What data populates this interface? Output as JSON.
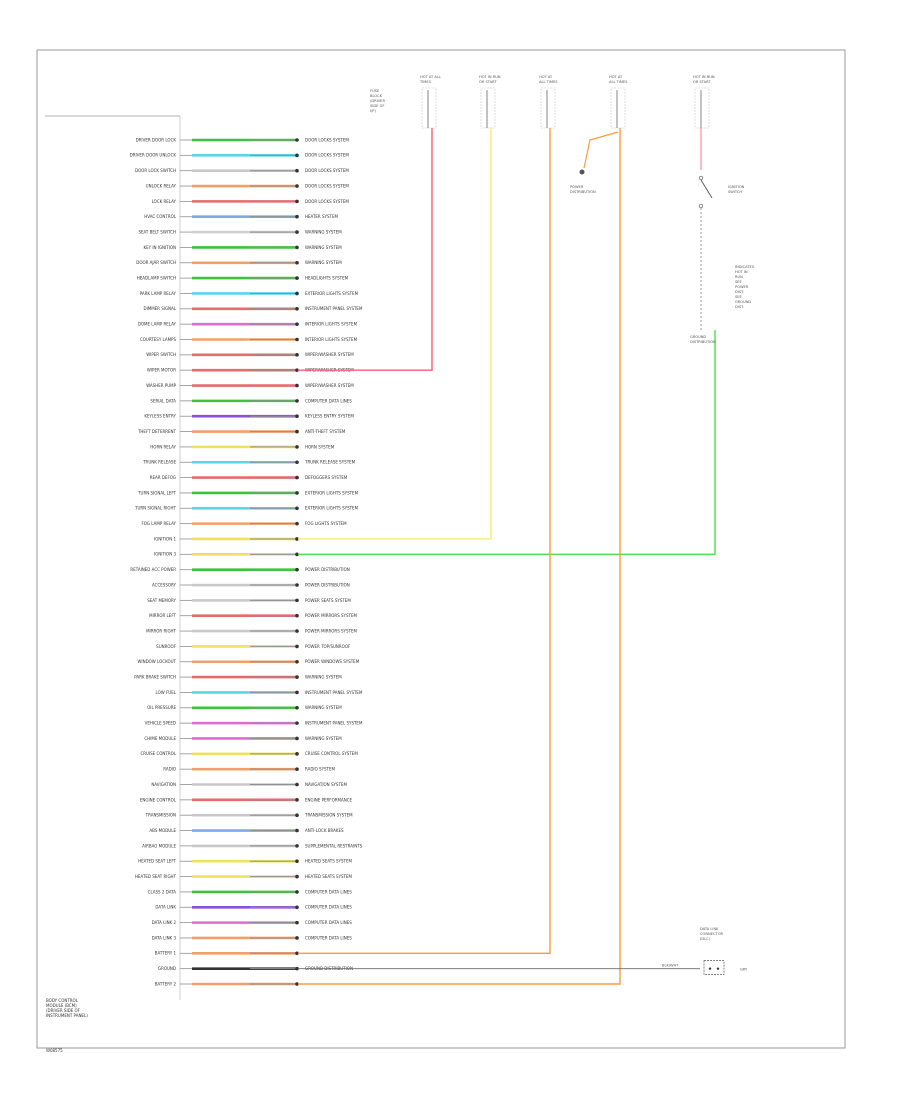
{
  "diagram": {
    "footer_code": "W08575",
    "module_label": [
      "BODY CONTROL",
      "MODULE (BCM)",
      "(DRIVER SIDE OF",
      "INSTRUMENT PANEL)"
    ],
    "fuse_blocks": [
      {
        "id": "fb1",
        "title": [
          "HOT AT ALL",
          "TIMES"
        ]
      },
      {
        "id": "fb2",
        "title": [
          "HOT IN RUN",
          "OR START"
        ]
      },
      {
        "id": "fb3",
        "title": [
          "HOT AT",
          "ALL TIMES"
        ]
      },
      {
        "id": "fb4",
        "title": [
          "HOT AT",
          "ALL TIMES"
        ]
      },
      {
        "id": "fb5",
        "title": [
          "HOT IN RUN",
          "OR START"
        ]
      }
    ],
    "fuse_notes": [
      "FUSE",
      "BLOCK",
      "(DRIVER",
      "SIDE OF",
      "I/P)"
    ],
    "power_distribution_label": [
      "POWER",
      "DISTRIBUTION"
    ],
    "switch_label": [
      "IGNITION",
      "SWITCH"
    ],
    "ground_label": [
      "GROUND",
      "DISTRIBUTION"
    ],
    "gray_wire_code": "GRY",
    "ground_wire_code": "BLK/WHT",
    "data_link_label": [
      "DATA LINK",
      "CONNECTOR",
      "(DLC)"
    ],
    "right_notes": [
      "INDICATES",
      "HOT IN",
      "RUN",
      "SEE",
      "POWER",
      "DIST.",
      "SEE",
      "GROUND",
      "DIST."
    ],
    "rows": [
      {
        "label": "DRIVER DOOR LOCK",
        "colors": [
          "#3ec23e",
          "#8f8f8f"
        ],
        "dest": "DOOR LOCKS SYSTEM"
      },
      {
        "label": "DRIVER DOOR UNLOCK",
        "colors": [
          "#5ad4e8",
          "#8f8f8f"
        ],
        "dest": "DOOR LOCKS SYSTEM"
      },
      {
        "label": "DOOR LOCK SWITCH",
        "colors": [
          "#c8c8c8",
          "#8f8f8f"
        ],
        "dest": "DOOR LOCKS SYSTEM"
      },
      {
        "label": "UNLOCK RELAY",
        "colors": [
          "#f2a06b",
          "#8f8f8f"
        ],
        "dest": "DOOR LOCKS SYSTEM"
      },
      {
        "label": "LOCK RELAY",
        "colors": [
          "#e86a6a",
          "#8f8f8f"
        ],
        "dest": "DOOR LOCKS SYSTEM"
      },
      {
        "label": "HVAC CONTROL",
        "colors": [
          "#7fa8e8",
          "#8f8f8f"
        ],
        "dest": "HEATER SYSTEM"
      },
      {
        "label": "SEAT BELT SWITCH",
        "colors": [
          "#d0d0d0",
          "#8f8f8f"
        ],
        "dest": "WARNING SYSTEM"
      },
      {
        "label": "KEY IN IGNITION",
        "colors": [
          "#3ec23e",
          "#8f8f8f"
        ],
        "dest": "WARNING SYSTEM"
      },
      {
        "label": "DOOR AJAR SWITCH",
        "colors": [
          "#f2a06b",
          "#8f8f8f"
        ],
        "dest": "WARNING SYSTEM"
      },
      {
        "label": "HEADLAMP SWITCH",
        "colors": [
          "#3ec23e",
          "#8f8f8f"
        ],
        "dest": "HEADLIGHTS SYSTEM"
      },
      {
        "label": "PARK LAMP RELAY",
        "colors": [
          "#5ad4e8",
          "#8f8f8f"
        ],
        "dest": "EXTERIOR LIGHTS SYSTEM"
      },
      {
        "label": "DIMMER SIGNAL",
        "colors": [
          "#e86a6a",
          "#8f8f8f"
        ],
        "dest": "INSTRUMENT PANEL SYSTEM"
      },
      {
        "label": "DOME LAMP RELAY",
        "colors": [
          "#e06ad8",
          "#8f8f8f"
        ],
        "dest": "INTERIOR LIGHTS SYSTEM"
      },
      {
        "label": "COURTESY LAMPS",
        "colors": [
          "#f2a06b",
          "#8f8f8f"
        ],
        "dest": "INTERIOR LIGHTS SYSTEM"
      },
      {
        "label": "WIPER SWITCH",
        "colors": [
          "#e86a6a",
          "#8f8f8f"
        ],
        "dest": "WIPER/WASHER SYSTEM"
      },
      {
        "label": "WIPER MOTOR",
        "colors": [
          "#e86a6a",
          "#8f8f8f"
        ],
        "dest": "WIPER/WASHER SYSTEM"
      },
      {
        "label": "WASHER PUMP",
        "colors": [
          "#e86a6a",
          "#8f8f8f"
        ],
        "dest": "WIPER/WASHER SYSTEM"
      },
      {
        "label": "SERIAL DATA",
        "colors": [
          "#3ec23e",
          "#8f8f8f"
        ],
        "dest": "COMPUTER DATA LINES"
      },
      {
        "label": "KEYLESS ENTRY",
        "colors": [
          "#8a4fd6",
          "#8f8f8f"
        ],
        "dest": "KEYLESS ENTRY SYSTEM"
      },
      {
        "label": "THEFT DETERRENT",
        "colors": [
          "#f2a06b",
          "#8f8f8f"
        ],
        "dest": "ANTI-THEFT SYSTEM"
      },
      {
        "label": "HORN RELAY",
        "colors": [
          "#f0e060",
          "#8f8f8f"
        ],
        "dest": "HORN SYSTEM"
      },
      {
        "label": "TRUNK RELEASE",
        "colors": [
          "#5ad4e8",
          "#8f8f8f"
        ],
        "dest": "TRUNK RELEASE SYSTEM"
      },
      {
        "label": "REAR DEFOG",
        "colors": [
          "#e86a6a",
          "#8f8f8f"
        ],
        "dest": "DEFOGGERS SYSTEM"
      },
      {
        "label": "TURN SIGNAL LEFT",
        "colors": [
          "#3ec23e",
          "#8f8f8f"
        ],
        "dest": "EXTERIOR LIGHTS SYSTEM"
      },
      {
        "label": "TURN SIGNAL RIGHT",
        "colors": [
          "#5ad4e8",
          "#8f8f8f"
        ],
        "dest": "EXTERIOR LIGHTS SYSTEM"
      },
      {
        "label": "FOG LAMP RELAY",
        "colors": [
          "#f2a06b",
          "#8f8f8f"
        ],
        "dest": "FOG LIGHTS SYSTEM"
      },
      {
        "label": "IGNITION 1",
        "colors": [
          "#f0e060",
          "#8f8f8f"
        ],
        "dest": ""
      },
      {
        "label": "IGNITION 3",
        "colors": [
          "#f0e060",
          "#8f8f8f"
        ],
        "dest": ""
      },
      {
        "label": "RETAINED ACC POWER",
        "colors": [
          "#3ec23e",
          "#8f8f8f"
        ],
        "dest": "POWER DISTRIBUTION"
      },
      {
        "label": "ACCESSORY",
        "colors": [
          "#c8c8c8",
          "#8f8f8f"
        ],
        "dest": "POWER DISTRIBUTION"
      },
      {
        "label": "SEAT MEMORY",
        "colors": [
          "#c8c8c8",
          "#8f8f8f"
        ],
        "dest": "POWER SEATS SYSTEM"
      },
      {
        "label": "MIRROR LEFT",
        "colors": [
          "#e86a6a",
          "#8f8f8f"
        ],
        "dest": "POWER MIRRORS SYSTEM"
      },
      {
        "label": "MIRROR RIGHT",
        "colors": [
          "#c8c8c8",
          "#8f8f8f"
        ],
        "dest": "POWER MIRRORS SYSTEM"
      },
      {
        "label": "SUNROOF",
        "colors": [
          "#f0e060",
          "#8f8f8f"
        ],
        "dest": "POWER TOP/SUNROOF"
      },
      {
        "label": "WINDOW LOCKOUT",
        "colors": [
          "#f2a06b",
          "#8f8f8f"
        ],
        "dest": "POWER WINDOWS SYSTEM"
      },
      {
        "label": "PARK BRAKE SWITCH",
        "colors": [
          "#e86a6a",
          "#8f8f8f"
        ],
        "dest": "WARNING SYSTEM"
      },
      {
        "label": "LOW FUEL",
        "colors": [
          "#5ad4e8",
          "#8f8f8f"
        ],
        "dest": "INSTRUMENT PANEL SYSTEM"
      },
      {
        "label": "OIL PRESSURE",
        "colors": [
          "#3ec23e",
          "#8f8f8f"
        ],
        "dest": "WARNING SYSTEM"
      },
      {
        "label": "VEHICLE SPEED",
        "colors": [
          "#e06ad8",
          "#8f8f8f"
        ],
        "dest": "INSTRUMENT PANEL SYSTEM"
      },
      {
        "label": "CHIME MODULE",
        "colors": [
          "#e06ad8",
          "#8f8f8f"
        ],
        "dest": "WARNING SYSTEM"
      },
      {
        "label": "CRUISE CONTROL",
        "colors": [
          "#f0e060",
          "#8f8f8f"
        ],
        "dest": "CRUISE CONTROL SYSTEM"
      },
      {
        "label": "RADIO",
        "colors": [
          "#f2a06b",
          "#8f8f8f"
        ],
        "dest": "RADIO SYSTEM"
      },
      {
        "label": "NAVIGATION",
        "colors": [
          "#c8c8c8",
          "#8f8f8f"
        ],
        "dest": "NAVIGATION SYSTEM"
      },
      {
        "label": "ENGINE CONTROL",
        "colors": [
          "#e86a6a",
          "#8f8f8f"
        ],
        "dest": "ENGINE PERFORMANCE"
      },
      {
        "label": "TRANSMISSION",
        "colors": [
          "#c8c8c8",
          "#8f8f8f"
        ],
        "dest": "TRANSMISSION SYSTEM"
      },
      {
        "label": "ABS MODULE",
        "colors": [
          "#7fa8e8",
          "#8f8f8f"
        ],
        "dest": "ANTI-LOCK BRAKES"
      },
      {
        "label": "AIRBAG MODULE",
        "colors": [
          "#c8c8c8",
          "#8f8f8f"
        ],
        "dest": "SUPPLEMENTAL RESTRAINTS"
      },
      {
        "label": "HEATED SEAT LEFT",
        "colors": [
          "#f0e060",
          "#8f8f8f"
        ],
        "dest": "HEATED SEATS SYSTEM"
      },
      {
        "label": "HEATED SEAT RIGHT",
        "colors": [
          "#f0e060",
          "#8f8f8f"
        ],
        "dest": "HEATED SEATS SYSTEM"
      },
      {
        "label": "CLASS 2 DATA",
        "colors": [
          "#3ec23e",
          "#8f8f8f"
        ],
        "dest": "COMPUTER DATA LINES"
      },
      {
        "label": "DATA LINK",
        "colors": [
          "#8a4fd6",
          "#8f8f8f"
        ],
        "dest": "COMPUTER DATA LINES"
      },
      {
        "label": "DATA LINK 2",
        "colors": [
          "#e06ad8",
          "#8f8f8f"
        ],
        "dest": "COMPUTER DATA LINES"
      },
      {
        "label": "DATA LINK 3",
        "colors": [
          "#f2a06b",
          "#8f8f8f"
        ],
        "dest": "COMPUTER DATA LINES"
      },
      {
        "label": "BATTERY 1",
        "colors": [
          "#f2a06b",
          "#8f8f8f"
        ],
        "dest": ""
      },
      {
        "label": "GROUND",
        "colors": [
          "#333333",
          "#8f8f8f"
        ],
        "dest": "GROUND DISTRIBUTION"
      },
      {
        "label": "BATTERY 2",
        "colors": [
          "#f2a06b",
          "#8f8f8f"
        ],
        "dest": ""
      }
    ]
  }
}
